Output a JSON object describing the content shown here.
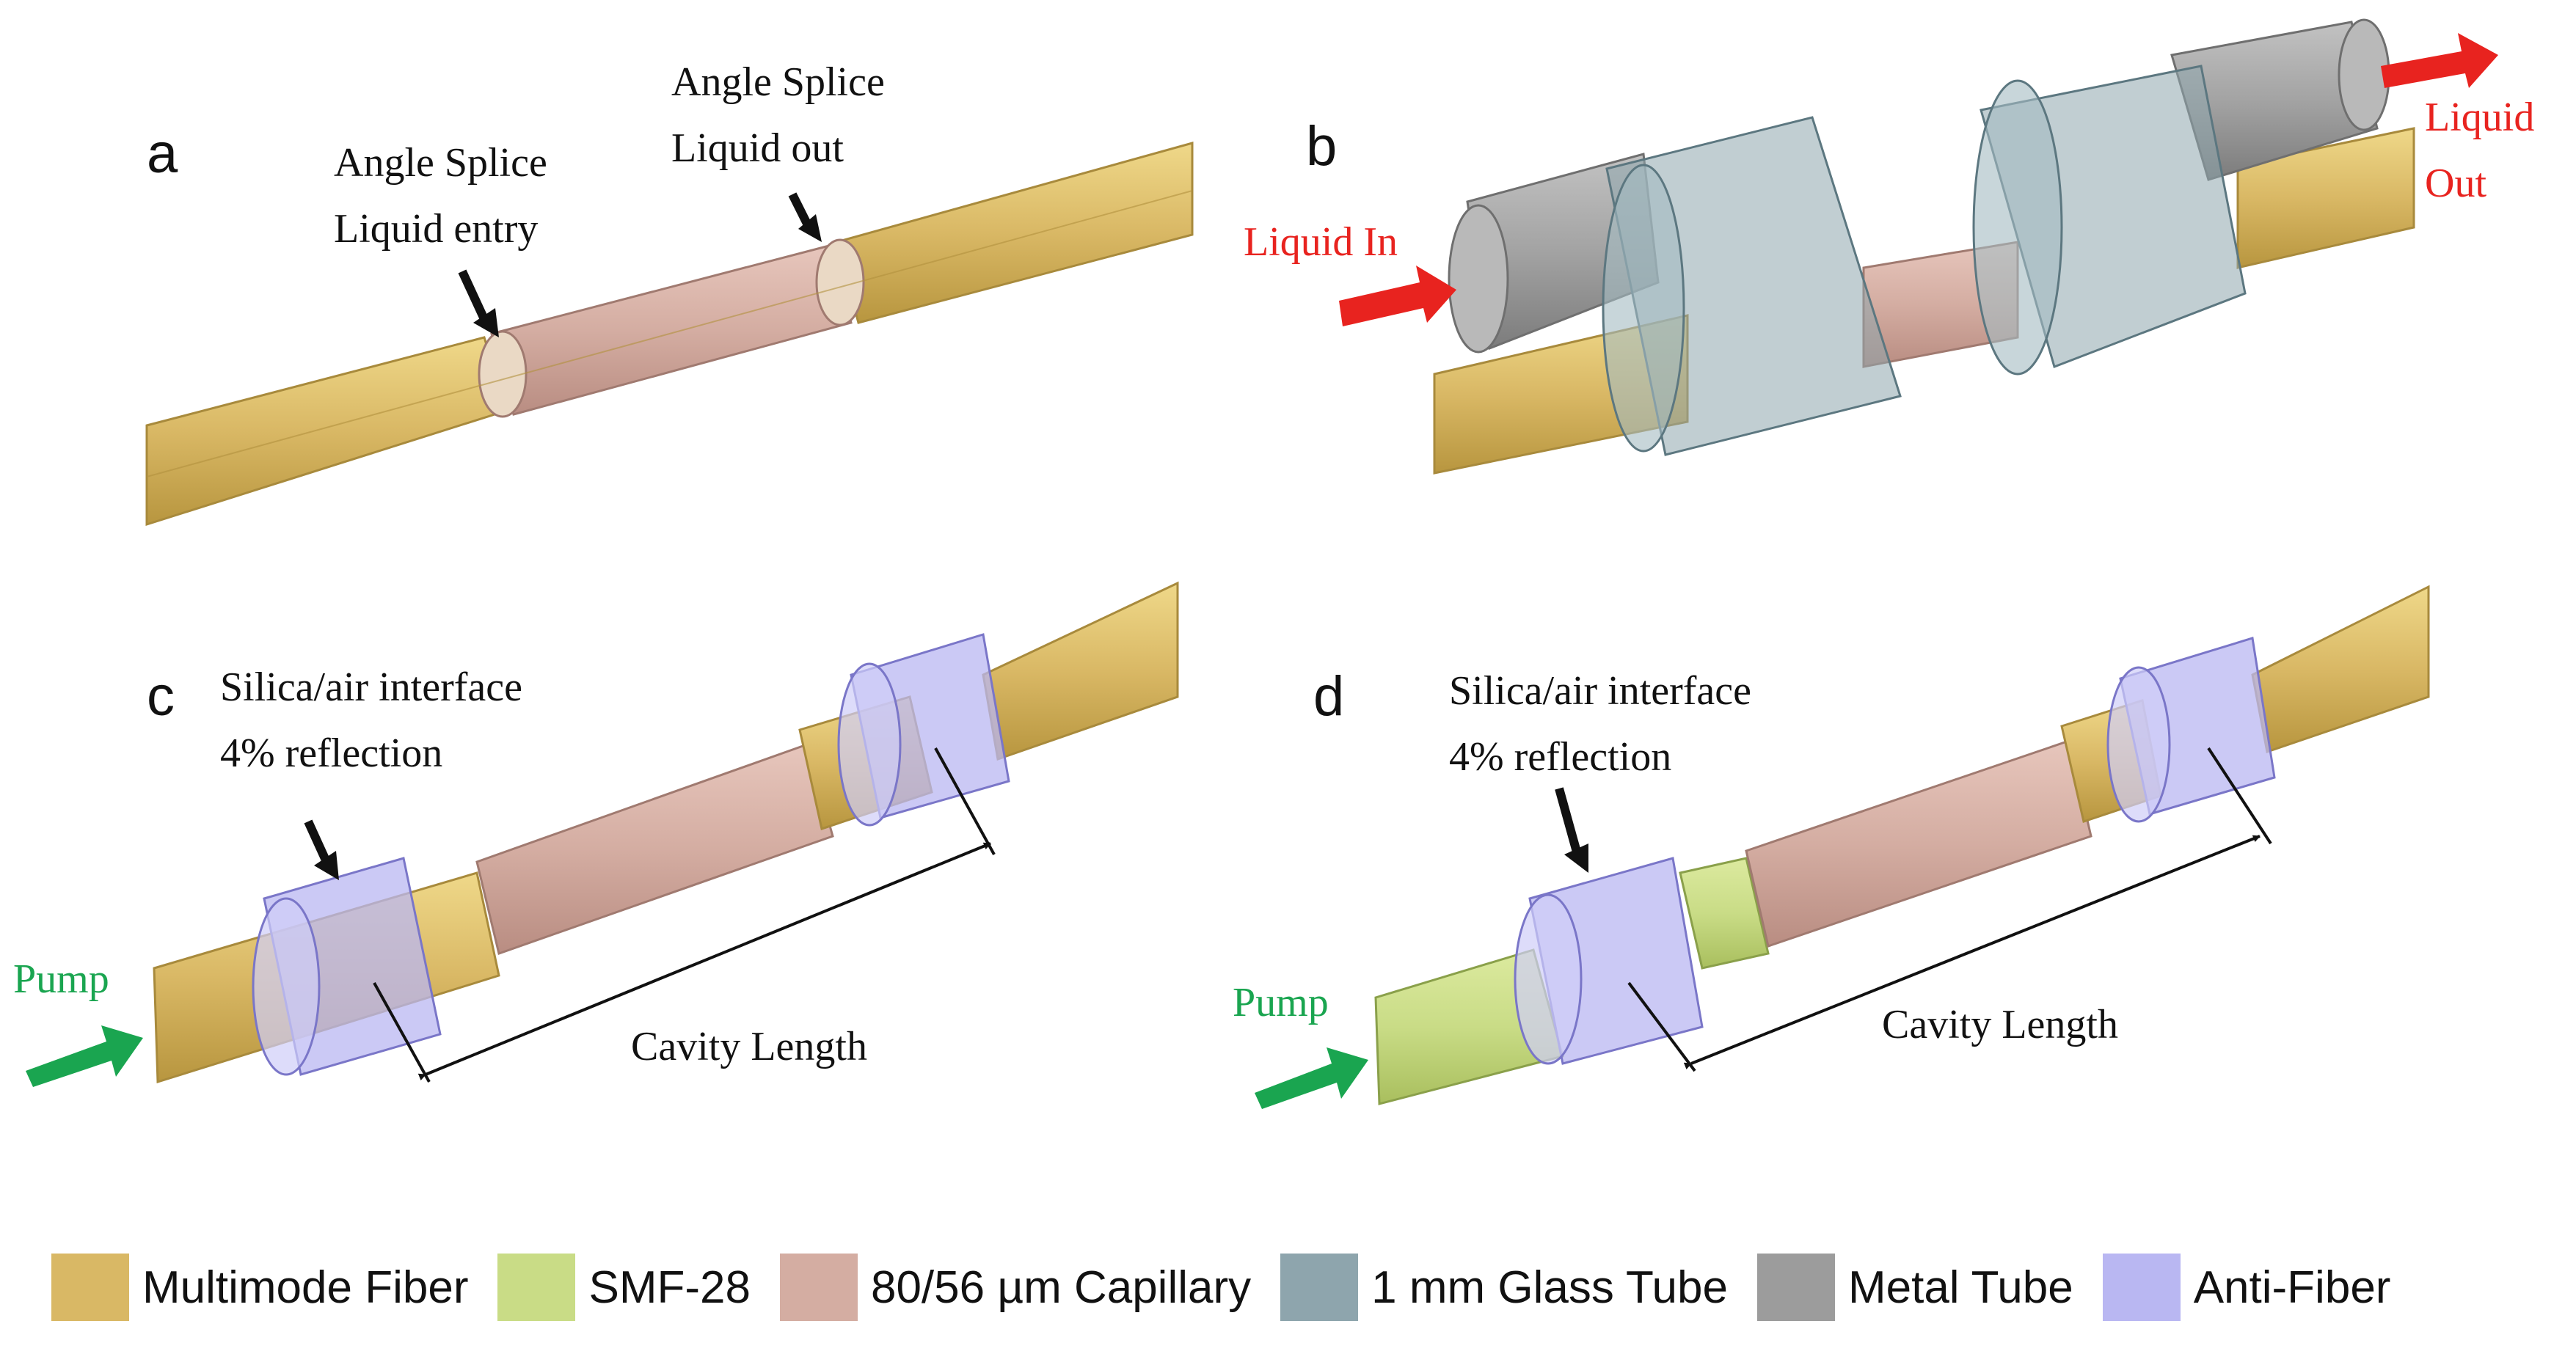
{
  "panels": {
    "a": {
      "letter": "a",
      "entry_label_1": "Angle Splice",
      "entry_label_2": "Liquid entry",
      "out_label_1": "Angle Splice",
      "out_label_2": "Liquid out"
    },
    "b": {
      "letter": "b",
      "in_label": "Liquid In",
      "out_label_1": "Liquid",
      "out_label_2": "Out"
    },
    "c": {
      "letter": "c",
      "interface_label_1": "Silica/air interface",
      "interface_label_2": "4% reflection",
      "pump_label": "Pump",
      "cavity_label": "Cavity Length"
    },
    "d": {
      "letter": "d",
      "interface_label_1": "Silica/air interface",
      "interface_label_2": "4% reflection",
      "pump_label": "Pump",
      "cavity_label": "Cavity Length"
    }
  },
  "colors": {
    "multimode": "#d9b865",
    "smf28": "#c9dc86",
    "capillary": "#d4ada2",
    "glass_tube": "#8ea5ad",
    "metal_tube": "#9c9c9c",
    "anti_fiber": "#b9b7f2",
    "arrow_red": "#e8231f",
    "arrow_green": "#1aa550"
  },
  "legend": [
    {
      "label": "Multimode Fiber",
      "color": "#d9b865"
    },
    {
      "label": "SMF-28",
      "color": "#c9dc86"
    },
    {
      "label": "80/56 µm Capillary",
      "color": "#d4ada2"
    },
    {
      "label": "1 mm Glass Tube",
      "color": "#8ea5ad"
    },
    {
      "label": "Metal Tube",
      "color": "#9c9c9c"
    },
    {
      "label": "Anti-Fiber",
      "color": "#b9b7f2"
    }
  ]
}
